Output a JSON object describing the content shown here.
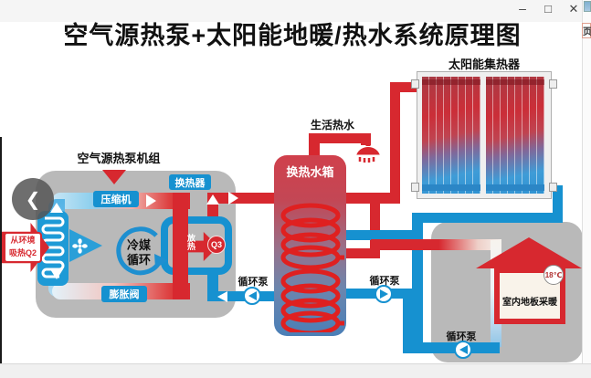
{
  "window": {
    "minimize_label": "–",
    "maximize_label": "□",
    "close_label": "✕",
    "side_tab_label": "页",
    "carousel_prev_label": "❮"
  },
  "title": "空气源热泵+太阳能地暖/热水系统原理图",
  "solar_collector": {
    "label": "太阳能集热器"
  },
  "heat_pump_unit": {
    "label": "空气源热泵机组",
    "compressor_label": "压缩机",
    "heat_exchanger_label": "换热器",
    "expansion_valve_label": "膨胀阀",
    "refrigerant_cycle_line1": "冷媒",
    "refrigerant_cycle_line2": "循环",
    "ambient_heat_line1": "从环境",
    "ambient_heat_line2": "吸热Q2",
    "release_heat_label": "放热",
    "release_heat_q": "Q3"
  },
  "tank": {
    "label": "换热水箱"
  },
  "domestic_hot_water_label": "生活热水",
  "pump_labels": [
    "循环泵",
    "循环泵",
    "循环泵"
  ],
  "house": {
    "label": "室内地板采暖",
    "temperature": "18℃"
  },
  "colors": {
    "hot_pipe": "#d7282f",
    "cold_pipe": "#1691d0",
    "cabinet_gray": "#b9b9b9"
  }
}
